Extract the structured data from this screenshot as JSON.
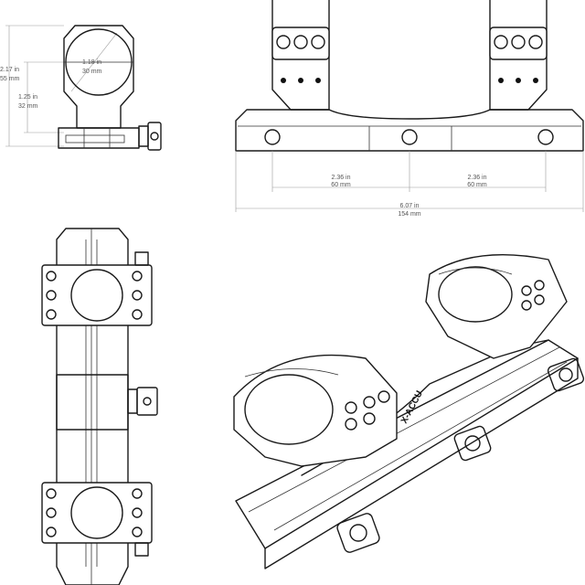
{
  "dimensions": {
    "total_height": {
      "imperial": "2.17 in",
      "metric": "55 mm"
    },
    "center_height": {
      "imperial": "1.25 in",
      "metric": "32 mm"
    },
    "ring_diameter": {
      "imperial": "1.18 in",
      "metric": "30 mm"
    },
    "ring_spacing_left": {
      "imperial": "2.36 in",
      "metric": "60 mm"
    },
    "ring_spacing_right": {
      "imperial": "2.36 in",
      "metric": "60 mm"
    },
    "overall_length": {
      "imperial": "6.07 in",
      "metric": "154 mm"
    }
  },
  "brand": "X-ACCU"
}
